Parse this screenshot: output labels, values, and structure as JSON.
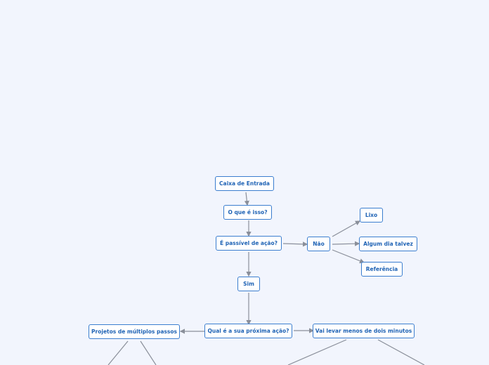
{
  "colors": {
    "background": "#f2f5fd",
    "node_border": "#3b7ecf",
    "node_text": "#1f63b5",
    "connector": "#8a8f9a"
  },
  "nodes": {
    "inbox": "Caixa de Entrada",
    "what_is_it": "O que é isso?",
    "actionable": "É passível de ação?",
    "no": "Não",
    "trash": "Lixo",
    "someday": "Algum dia talvez",
    "reference": "Referência",
    "yes": "Sim",
    "next_action": "Qual é a sua próxima ação?",
    "multistep_projects": "Projetos de múltiplos passos",
    "two_minutes": "Vai levar menos de dois minutos"
  }
}
